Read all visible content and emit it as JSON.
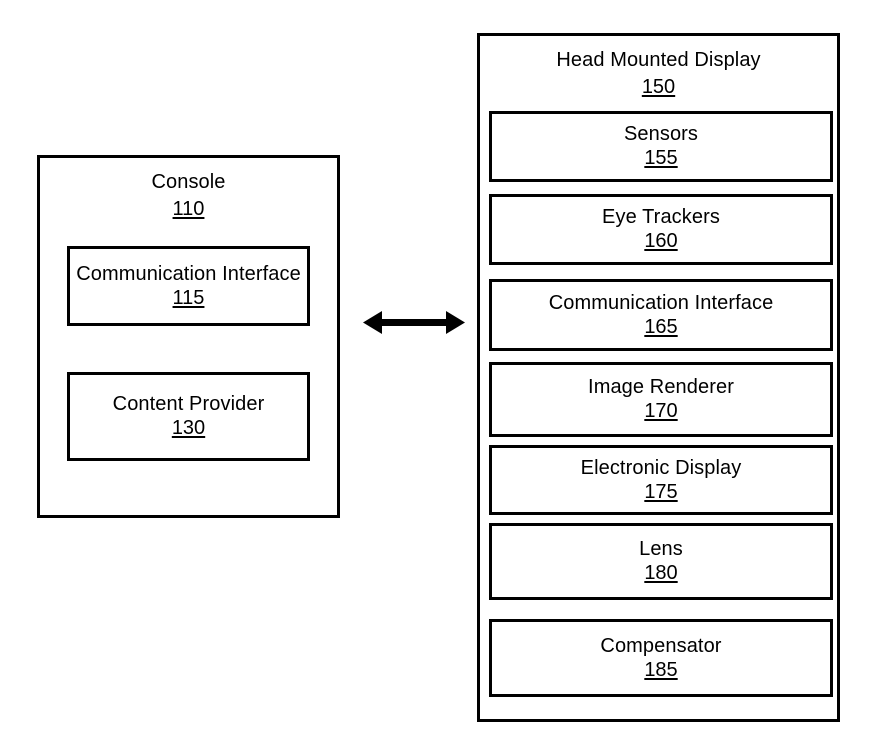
{
  "figure": {
    "type": "block-diagram",
    "background_color": "#ffffff",
    "line_color": "#000000"
  },
  "console": {
    "title": "Console",
    "ref": "110",
    "components": [
      {
        "title": "Communication Interface",
        "ref": "115"
      },
      {
        "title": "Content Provider",
        "ref": "130"
      }
    ]
  },
  "hmd": {
    "title": "Head Mounted Display",
    "ref": "150",
    "components": [
      {
        "title": "Sensors",
        "ref": "155"
      },
      {
        "title": "Eye Trackers",
        "ref": "160"
      },
      {
        "title": "Communication Interface",
        "ref": "165"
      },
      {
        "title": "Image Renderer",
        "ref": "170"
      },
      {
        "title": "Electronic Display",
        "ref": "175"
      },
      {
        "title": "Lens",
        "ref": "180"
      },
      {
        "title": "Compensator",
        "ref": "185"
      }
    ]
  },
  "connector": {
    "kind": "bidirectional-arrow",
    "from": "console",
    "to": "hmd"
  }
}
